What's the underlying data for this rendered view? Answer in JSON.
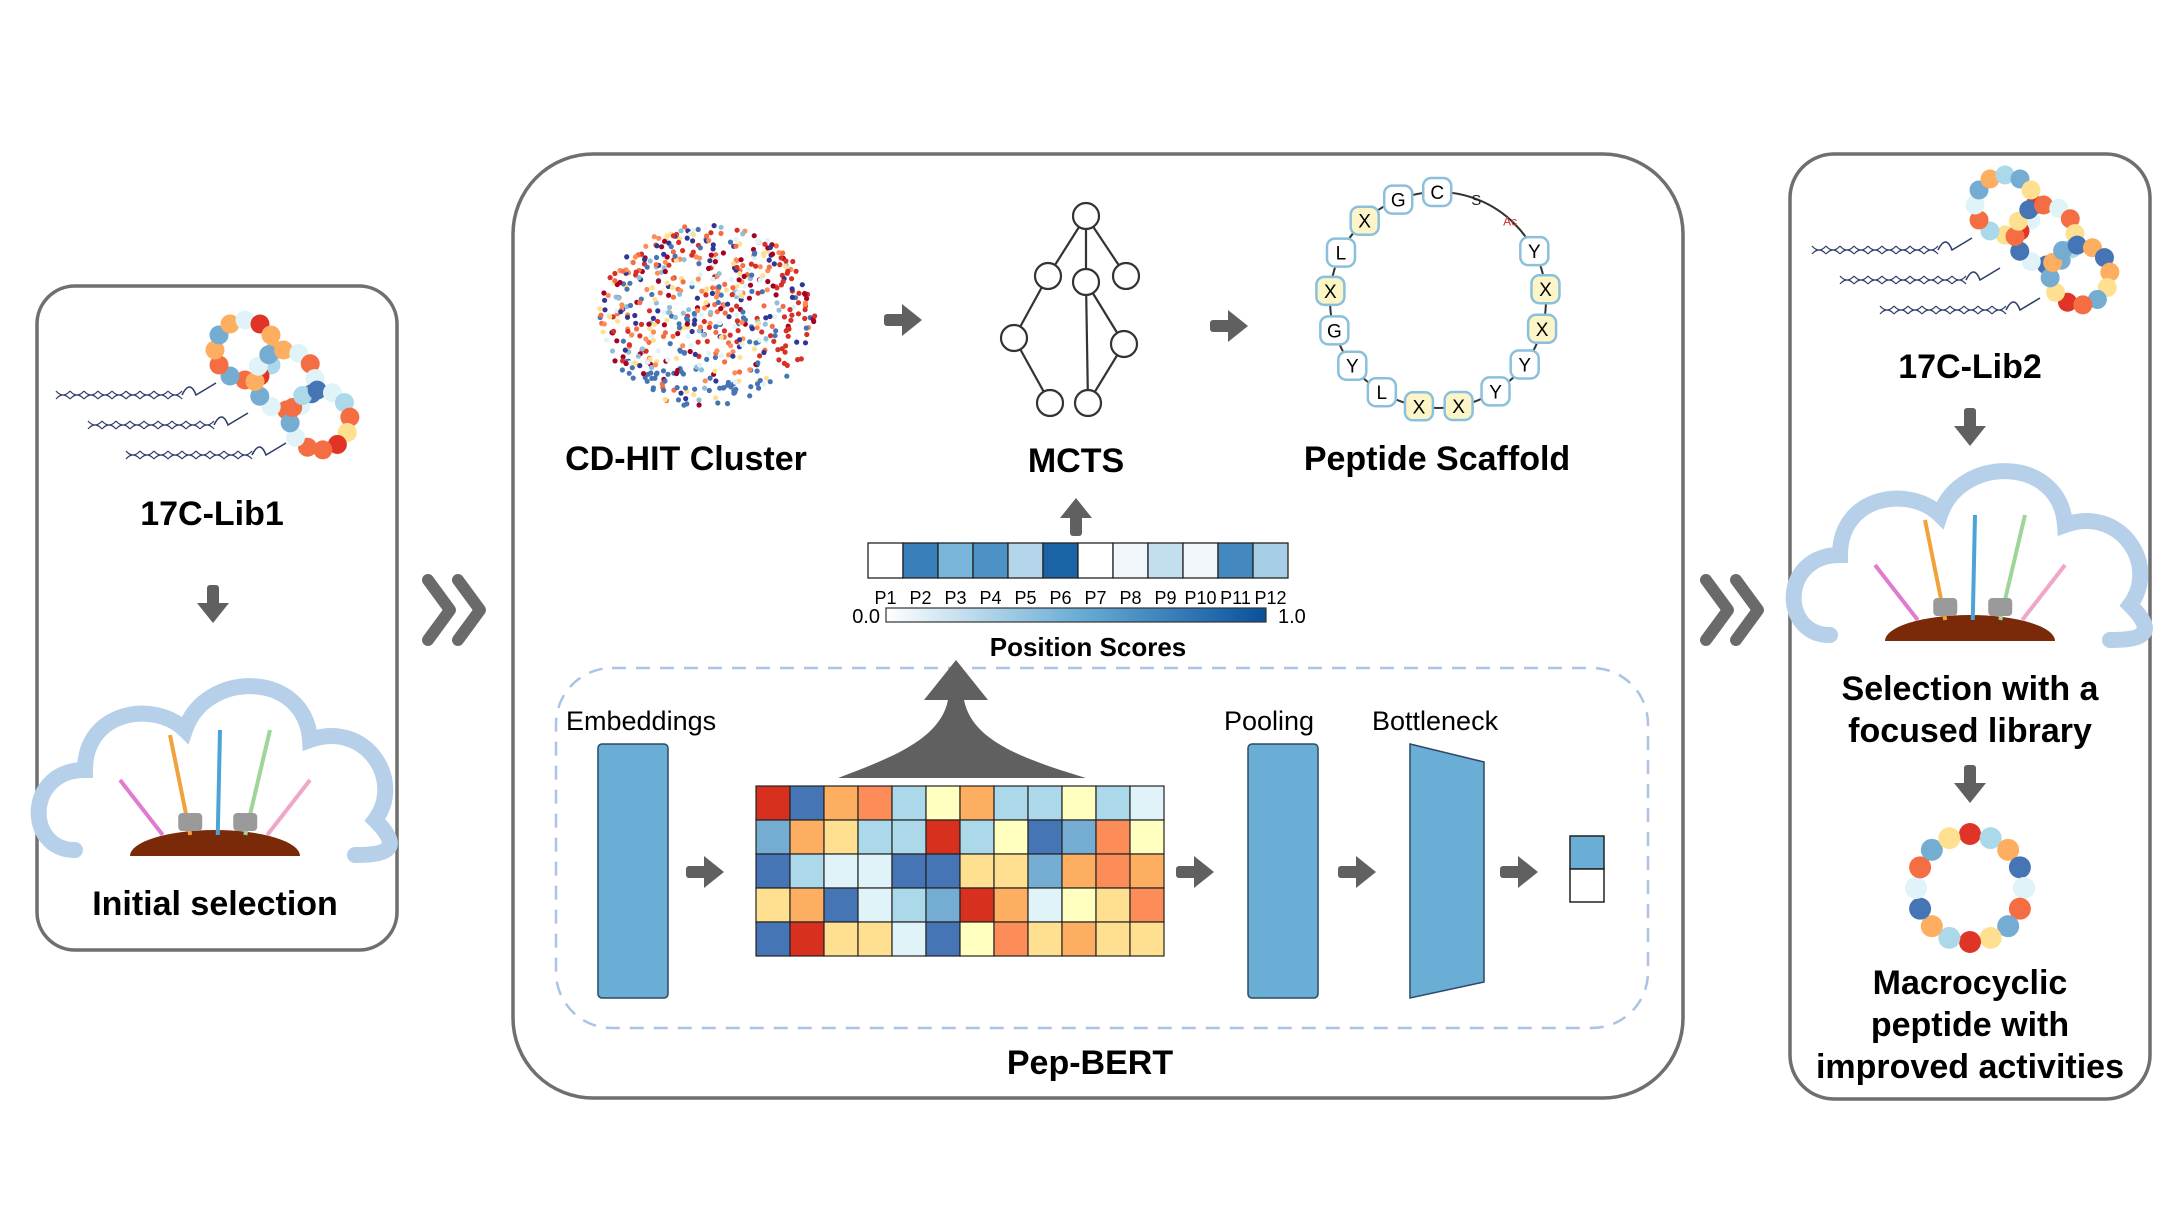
{
  "left_panel": {
    "library_label": "17C-Lib1",
    "caption": "Initial selection"
  },
  "center_panel": {
    "cluster_label": "CD-HIT Cluster",
    "mcts_label": "MCTS",
    "scaffold_label": "Peptide Scaffold",
    "scaffold_residues": [
      "G",
      "C",
      "S",
      "Ac",
      "Y",
      "X",
      "X",
      "Y",
      "Y",
      "X",
      "X",
      "L",
      "Y",
      "G",
      "X",
      "L",
      "X"
    ],
    "position_labels": [
      "P1",
      "P2",
      "P3",
      "P4",
      "P5",
      "P6",
      "P7",
      "P8",
      "P9",
      "P10",
      "P11",
      "P12"
    ],
    "position_values": [
      0.0,
      0.75,
      0.45,
      0.65,
      0.25,
      0.9,
      0.0,
      0.05,
      0.2,
      0.05,
      0.7,
      0.3
    ],
    "scale_min": "0.0",
    "scale_max": "1.0",
    "scores_title": "Position Scores",
    "embeddings_label": "Embeddings",
    "pooling_label": "Pooling",
    "bottleneck_label": "Bottleneck",
    "model_label": "Pep-BERT"
  },
  "right_panel": {
    "library_label": "17C-Lib2",
    "caption_line1": "Selection with a",
    "caption_line2": "focused library",
    "result_line1": "Macrocyclic",
    "result_line2": "peptide with",
    "result_line3": "improved activities"
  },
  "colors": {
    "panel_border": "#6f6f6f",
    "arrow": "#606060",
    "embedding_blue": "#6aaed6",
    "cloud": "#b7d0ea",
    "dashed": "#a9c4e6",
    "heatmap_palette": [
      "#d7301f",
      "#fc8d59",
      "#fdae61",
      "#fee090",
      "#ffffbf",
      "#e0f3f8",
      "#abd9e9",
      "#74add1",
      "#4575b4"
    ]
  }
}
